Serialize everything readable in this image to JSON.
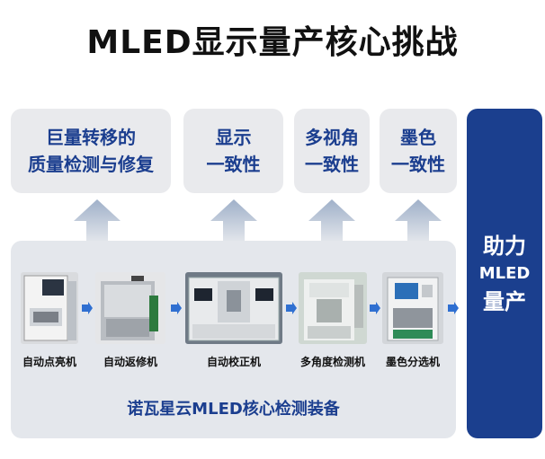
{
  "title": "MLED显示量产核心挑战",
  "challenges": [
    {
      "label": "巨量转移的\n质量检测与修复"
    },
    {
      "label": "显示\n一致性"
    },
    {
      "label": "多视角\n一致性"
    },
    {
      "label": "墨色\n一致性"
    }
  ],
  "side": {
    "line1": "助力",
    "line2": "MLED",
    "line3": "量产"
  },
  "machines": [
    {
      "label": "自动点亮机"
    },
    {
      "label": "自动返修机"
    },
    {
      "label": "自动校正机"
    },
    {
      "label": "多角度检测机"
    },
    {
      "label": "墨色分选机"
    }
  ],
  "panel_title": "诺瓦星云MLED核心检测装备",
  "colors": {
    "brand_blue": "#1b3f8e",
    "text_blue": "#1b3e8f",
    "card_gray": "#e9eaed",
    "panel_gray": "#e4e7ec",
    "flow_blue": "#2f6fd1"
  }
}
